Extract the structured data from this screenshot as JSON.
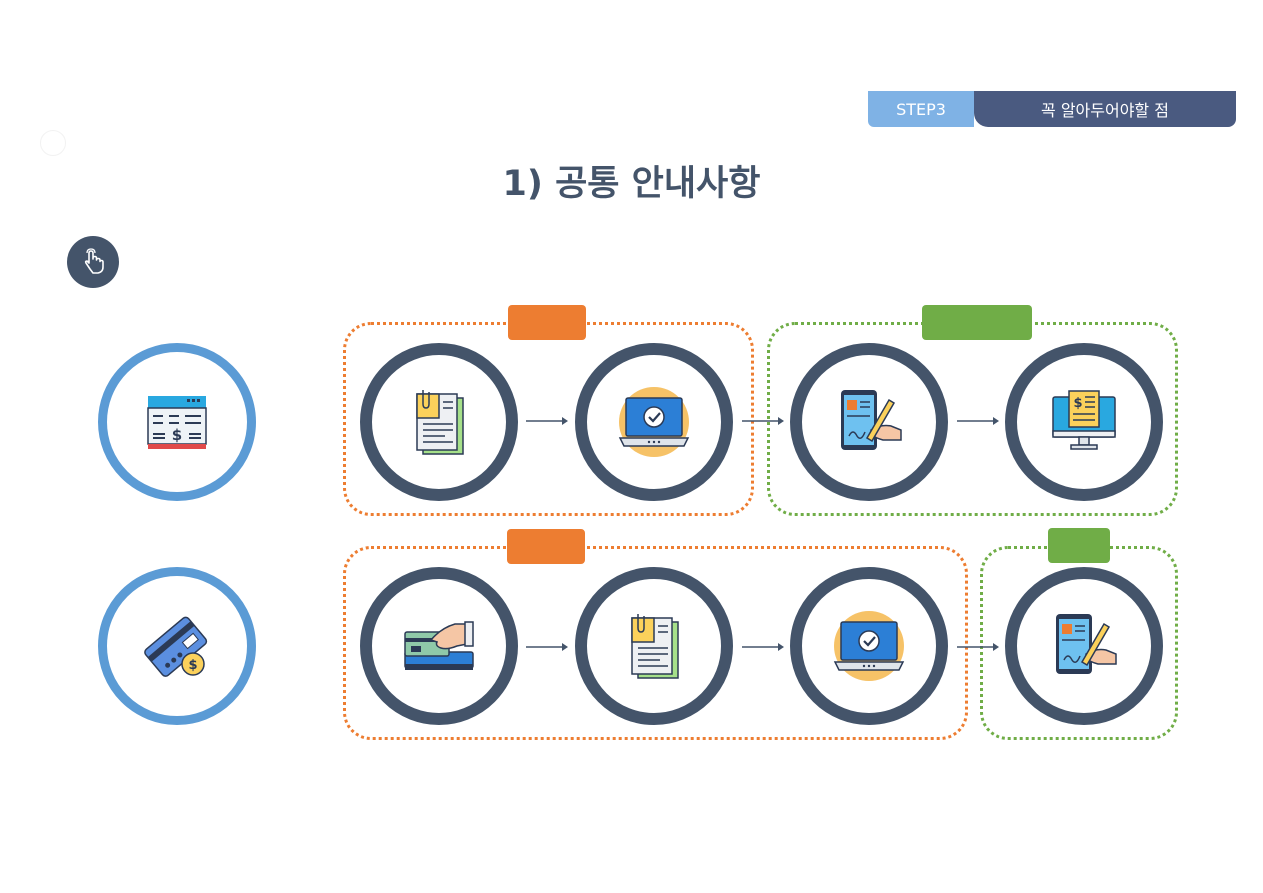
{
  "header": {
    "step_label": "STEP3",
    "step_title": "꼭 알아두어야할 점"
  },
  "page": {
    "title": "1) 공통 안내사항"
  },
  "colors": {
    "navy": "#44546a",
    "ring_blue": "#5b9bd5",
    "step_tab": "#7fb2e5",
    "step_title_bg": "#4a5a80",
    "orange": "#ed7d31",
    "green": "#70ad47"
  },
  "rows": [
    {
      "start_icon": "invoice-icon",
      "steps": [
        "document-icon",
        "laptop-check-icon",
        "tablet-sign-icon",
        "monitor-bill-icon"
      ]
    },
    {
      "start_icon": "credit-card-icon",
      "steps": [
        "card-payment-icon",
        "document-icon",
        "laptop-check-icon",
        "tablet-sign-icon"
      ]
    }
  ]
}
